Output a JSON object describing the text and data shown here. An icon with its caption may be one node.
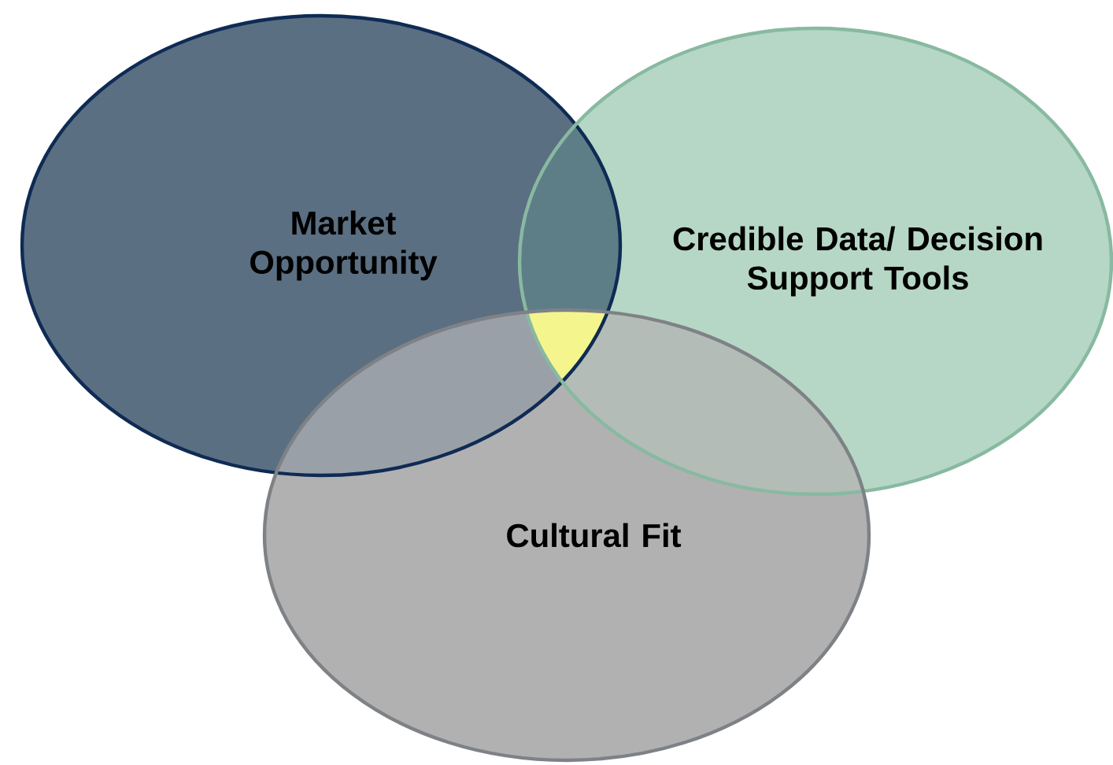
{
  "diagram": {
    "nodes": [
      {
        "text": [
          "Market Opportunity"
        ]
      },
      {
        "text": [
          "Credible Data/ Decision Support Tools"
        ]
      },
      {
        "text": [
          "Cultural Fit"
        ]
      }
    ]
  }
}
